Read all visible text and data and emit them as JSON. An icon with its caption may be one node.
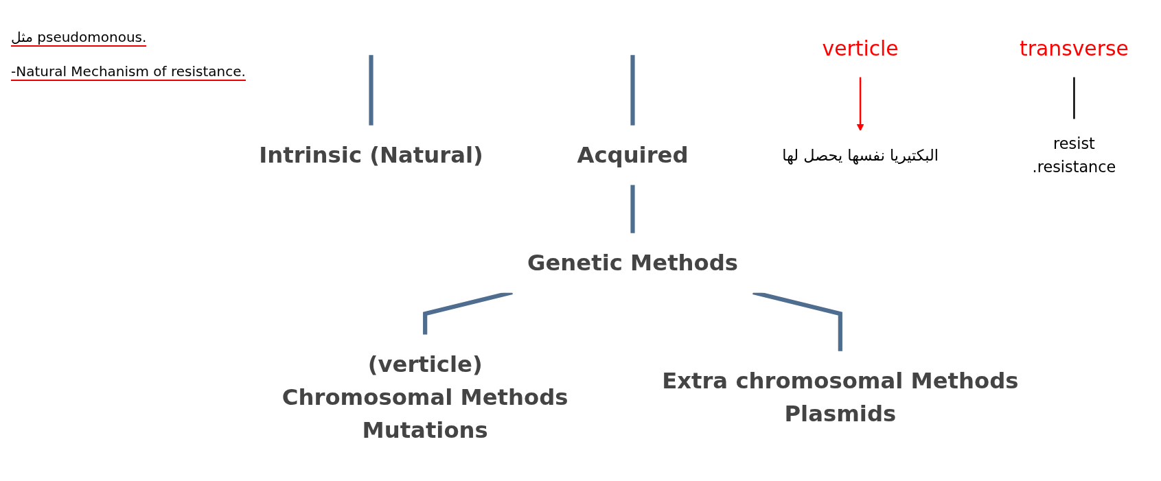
{
  "diagram": {
    "nodes": [
      {
        "text": [
          "Intrinsic (Natural)"
        ]
      },
      {
        "text": [
          "Acquired"
        ]
      },
      {
        "text": [
          "Genetic Methods"
        ]
      },
      {
        "text": [
          "(verticle)",
          "Chromosomal Methods",
          "Mutations"
        ]
      },
      {
        "text": [
          "Extra chromosomal Methods",
          "Plasmids"
        ]
      },
      {
        "text": [
          "البكتيريا نفسها يحصل لها"
        ]
      },
      {
        "text": [
          "verticle"
        ]
      },
      {
        "text": [
          "transverse"
        ]
      },
      {
        "text": [
          "resist",
          ".resistance"
        ]
      }
    ],
    "edges": [
      {
        "from": null,
        "to": 0,
        "arrow": "none"
      },
      {
        "from": null,
        "to": 1,
        "arrow": "none"
      },
      {
        "from": 1,
        "to": 2,
        "arrow": "none"
      },
      {
        "from": 2,
        "to": 3,
        "arrow": "none"
      },
      {
        "from": 2,
        "to": 4,
        "arrow": "none"
      },
      {
        "from": 6,
        "to": 5,
        "arrow": "to",
        "color": "#ff0000"
      },
      {
        "from": 7,
        "to": 8,
        "arrow": "none",
        "color": "#000000"
      }
    ],
    "labels": [
      "مثل pseudomonous.",
      "-Natural Mechanism of resistance."
    ]
  }
}
